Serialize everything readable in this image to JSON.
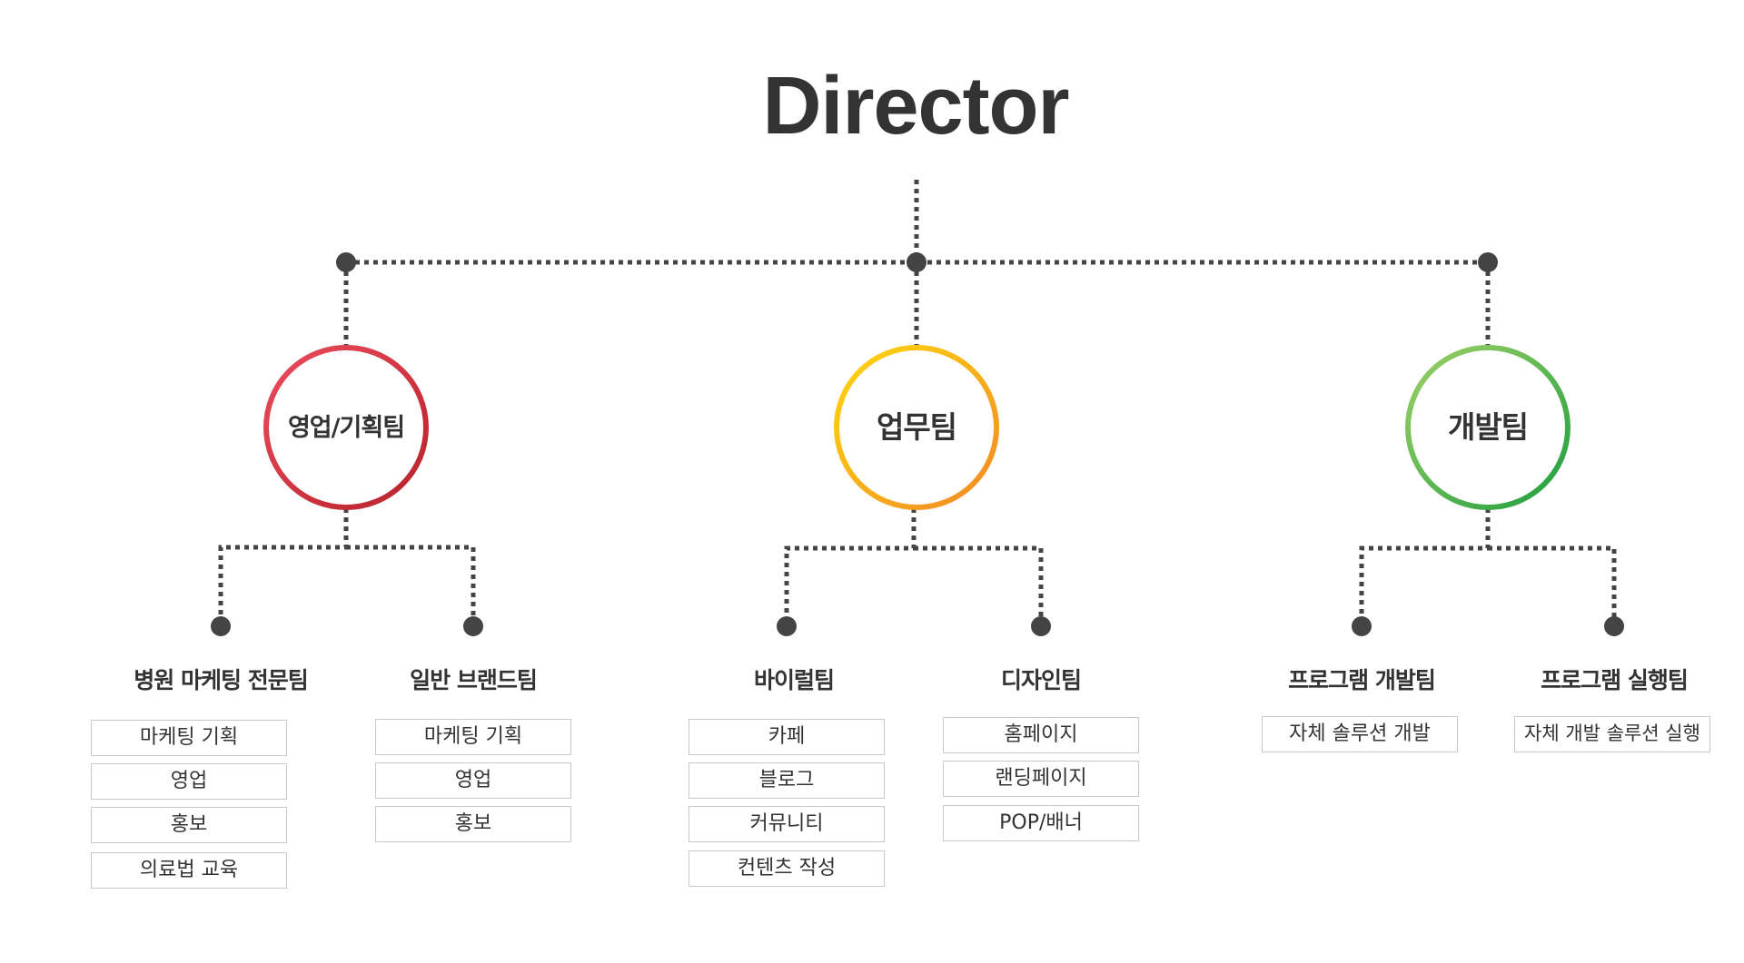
{
  "title": "Director",
  "teams": [
    {
      "name": "영업/기획팀",
      "colors": [
        "#ea4d5d",
        "#b8212a"
      ],
      "subteams": [
        {
          "name": "병원 마케팅 전문팀",
          "duties": [
            "마케팅 기획",
            "영업",
            "홍보",
            "의료법 교육"
          ]
        },
        {
          "name": "일반 브랜드팀",
          "duties": [
            "마케팅 기획",
            "영업",
            "홍보"
          ]
        }
      ]
    },
    {
      "name": "업무팀",
      "colors": [
        "#ffd60f",
        "#f28a26"
      ],
      "subteams": [
        {
          "name": "바이럴팀",
          "duties": [
            "카페",
            "블로그",
            "커뮤니티",
            "컨텐츠 작성"
          ]
        },
        {
          "name": "디자인팀",
          "duties": [
            "홈페이지",
            "랜딩페이지",
            "POP/배너"
          ]
        }
      ]
    },
    {
      "name": "개발팀",
      "colors": [
        "#9fd068",
        "#1e9e3e"
      ],
      "subteams": [
        {
          "name": "프로그램 개발팀",
          "duties": [
            "자체 솔루션 개발"
          ]
        },
        {
          "name": "프로그램 실행팀",
          "duties": [
            "자체 개발 솔루션 실행"
          ]
        }
      ]
    }
  ],
  "connector_color": "#444444"
}
